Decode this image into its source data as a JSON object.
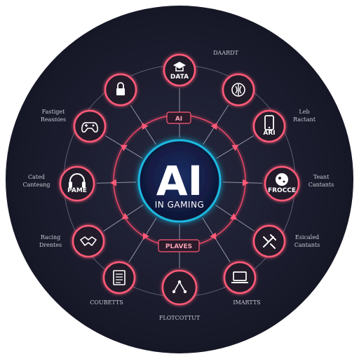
{
  "center": {
    "title": "AI",
    "subtitle": "IN GAMING"
  },
  "tags": {
    "top": "AI",
    "bottom": "PLAVES"
  },
  "nodes": [
    {
      "id": "top",
      "label": "DATA",
      "icon": "mortarboard-icon"
    },
    {
      "id": "top-left",
      "label": "",
      "icon": "lock-icon"
    },
    {
      "id": "upper-right",
      "label": "",
      "icon": "brain-icon"
    },
    {
      "id": "left-upper",
      "label": "",
      "icon": "gamepad-icon"
    },
    {
      "id": "right-upper",
      "label": "ARI",
      "icon": "smartphone-icon"
    },
    {
      "id": "left",
      "label": "PAME",
      "icon": "headphones-icon"
    },
    {
      "id": "right",
      "label": "FROCCE",
      "icon": "planet-icon"
    },
    {
      "id": "left-lower",
      "label": "",
      "icon": "handshake-icon"
    },
    {
      "id": "right-lower",
      "label": "",
      "icon": "tools-icon"
    },
    {
      "id": "bottom-left",
      "label": "",
      "icon": "document-icon"
    },
    {
      "id": "bottom",
      "label": "",
      "icon": "network-icon"
    },
    {
      "id": "bottom-right",
      "label": "",
      "icon": "laptop-icon"
    }
  ],
  "outer_labels": {
    "top_right": [
      "DAARDT"
    ],
    "left_upper": [
      "Fastiget",
      "Reasnies"
    ],
    "right_upper": [
      "Leb",
      "Ractant"
    ],
    "left_mid": [
      "Cated",
      "Canteang"
    ],
    "right_mid": [
      "Teant",
      "Cantants"
    ],
    "left_lower": [
      "Racing",
      "Drentes"
    ],
    "right_lower": [
      "Esicaled",
      "Cantants"
    ],
    "bottom_left": [
      "COUBETTS"
    ],
    "bottom_right": [
      "IMARTTS"
    ],
    "bottom": [
      "FLOTCOTTUT"
    ]
  },
  "colors": {
    "background": "#1a1b2e",
    "ring": "#ff4d6d",
    "accent": "#ff5a78",
    "center_ring": "#1fb8e0"
  }
}
